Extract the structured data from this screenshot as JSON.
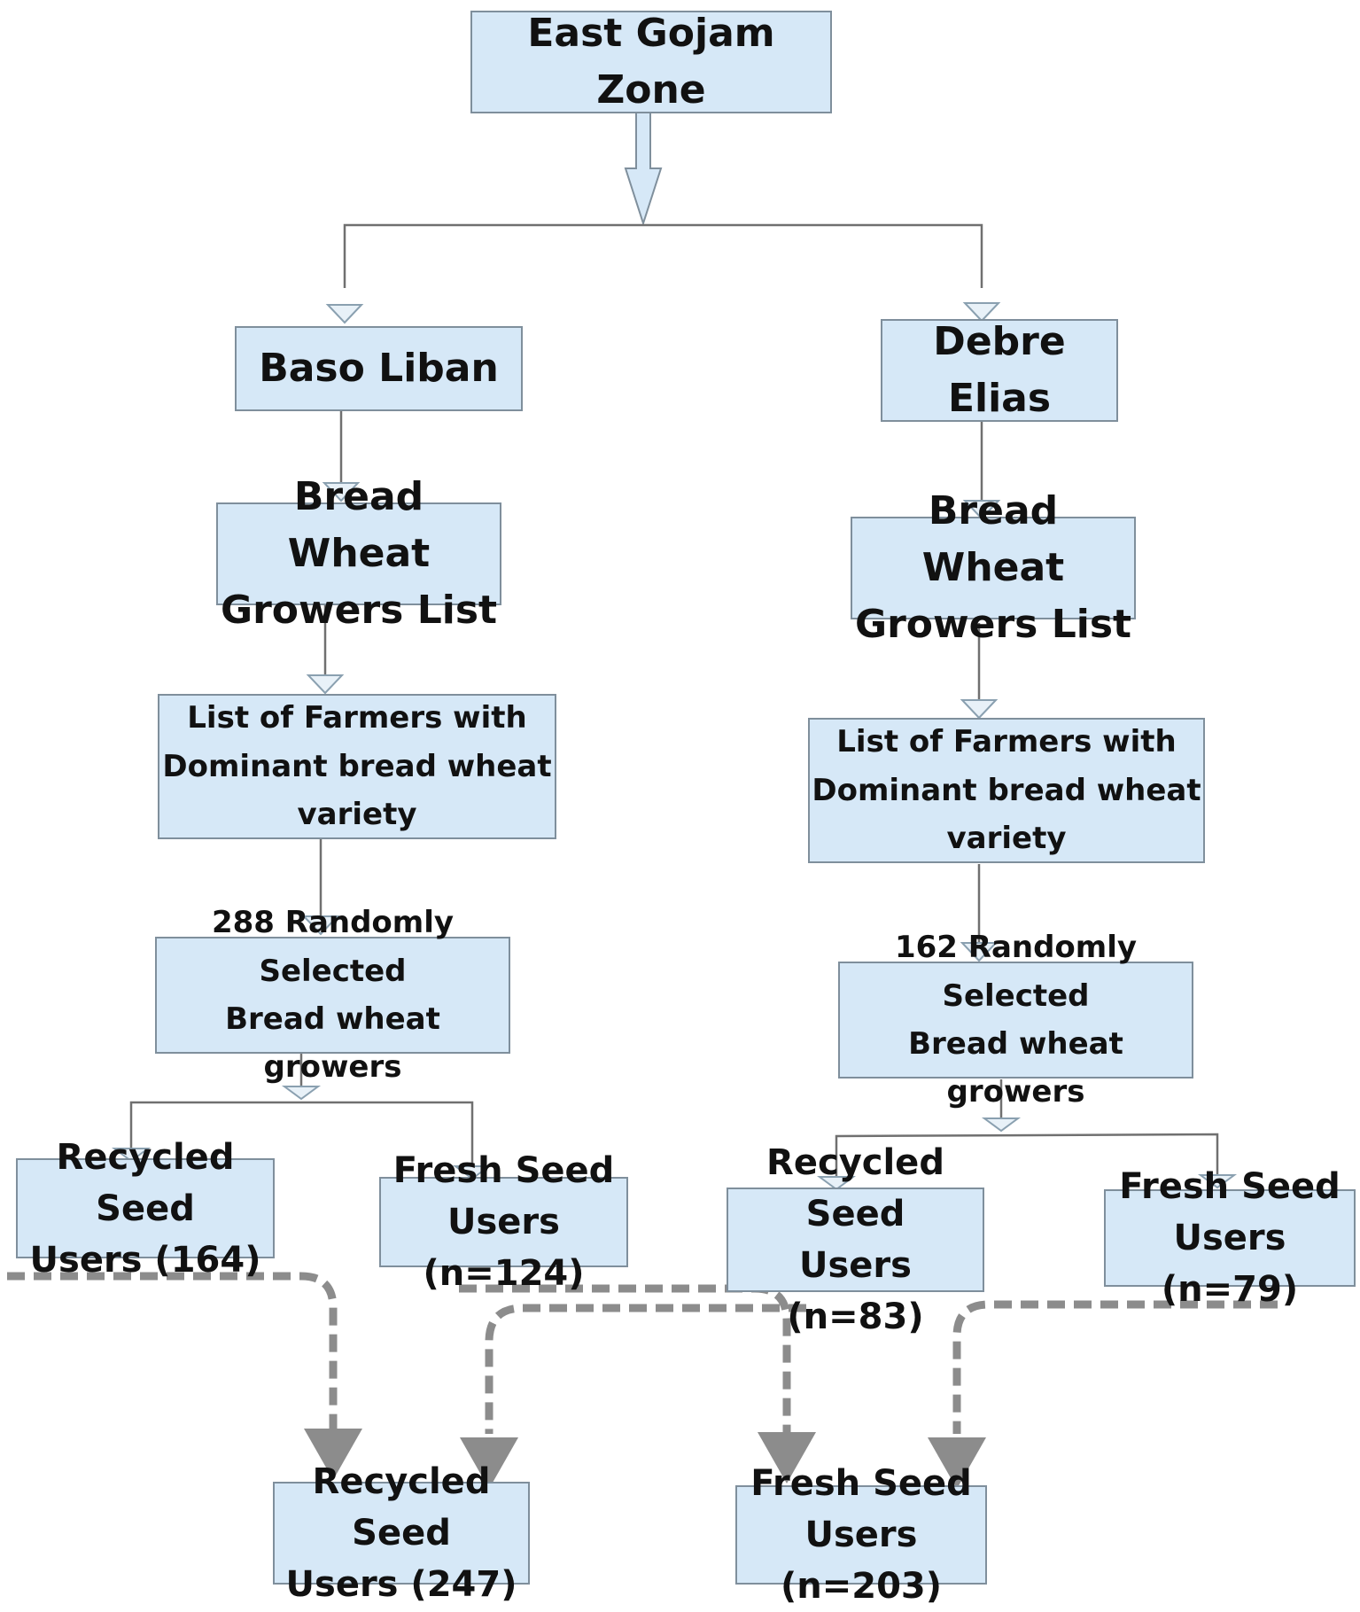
{
  "diagram": {
    "zone": "East Gojam Zone",
    "districts": [
      {
        "name": "Baso Liban",
        "growers_list": "Bread Wheat\nGrowers List",
        "farmers_list": "List of Farmers with\nDominant bread wheat\nvariety",
        "selected": "288 Randomly Selected\nBread wheat growers",
        "recycled": "Recycled Seed\nUsers (164)",
        "fresh": "Fresh Seed\nUsers (n=124)"
      },
      {
        "name": "Debre Elias",
        "growers_list": "Bread Wheat\nGrowers List",
        "farmers_list": "List of Farmers with\nDominant bread wheat\nvariety",
        "selected": "162 Randomly Selected\nBread wheat growers",
        "recycled": "Recycled Seed\nUsers (n=83)",
        "fresh": "Fresh Seed\nUsers (n=79)"
      }
    ],
    "totals": {
      "recycled": "Recycled Seed\nUsers (247)",
      "fresh": "Fresh Seed\nUsers (n=203)"
    }
  },
  "colors": {
    "box_fill": "#d6e8f7",
    "box_border": "#7f8f9c",
    "connector": "#707070",
    "dashed_flow": "#8c8c8c"
  }
}
